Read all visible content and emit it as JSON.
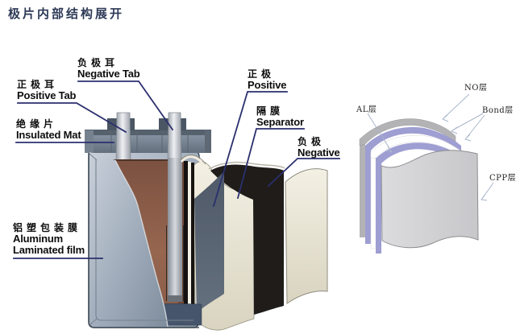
{
  "title": "极片内部结构展开",
  "left": {
    "name": "pouch-cell-exploded-view",
    "labels": {
      "negative_tab": {
        "zh": "负极耳",
        "en": "Negative Tab"
      },
      "positive_tab": {
        "zh": "正极耳",
        "en": "Positive Tab"
      },
      "insulated_mat": {
        "zh": "绝缘片",
        "en": "Insulated Mat"
      },
      "aluminum_film": {
        "zh": "铝塑包装膜",
        "en1": "Aluminum",
        "en2": "Laminated film"
      },
      "positive": {
        "zh": "正极",
        "en": "Positive"
      },
      "separator": {
        "zh": "隔膜",
        "en": "Separator"
      },
      "negative": {
        "zh": "负极",
        "en": "Negative"
      }
    }
  },
  "right": {
    "name": "aluminum-laminated-film-layers",
    "labels": {
      "al": "AL层",
      "no": "NO层",
      "bond": "Bond层",
      "cpp": "CPP层"
    }
  },
  "colors": {
    "title_text": "#2d3956",
    "callout_line": "#2b2f6e",
    "pouch_gray_blue": "#9aa5b4",
    "flange_gray": "#6c7886",
    "tab_silver": "#e8ecf0",
    "electrode_brown": "#8f5f4b",
    "negative_black": "#1f1c19",
    "separator_cream": "#ece8da",
    "positive_panel_slate": "#576272",
    "bond_purple": "#9e9ed2",
    "al_white": "#ffffff",
    "no_gray": "#b3b3b6",
    "cpp_gray": "#d5d5d7",
    "right_pointer": "#aab6cc"
  }
}
